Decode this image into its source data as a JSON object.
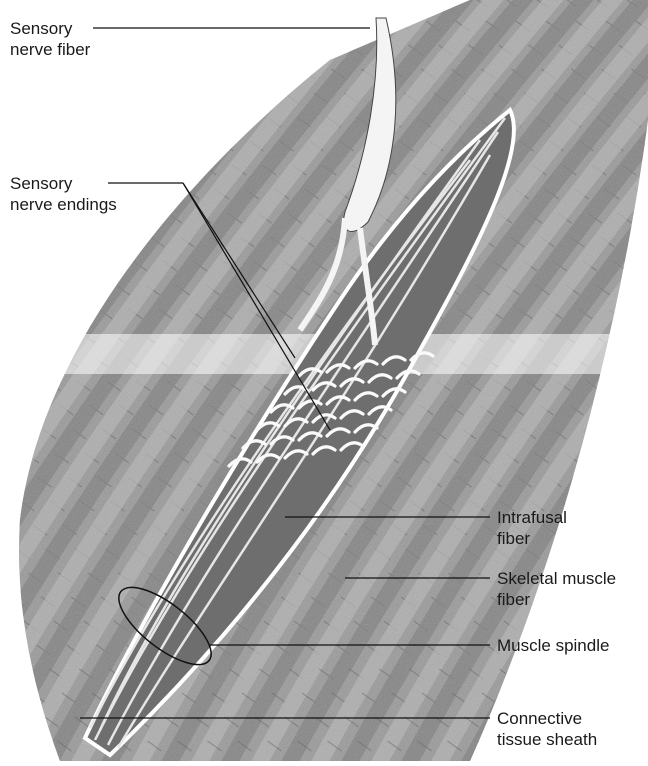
{
  "diagram": {
    "labels": {
      "sensory_nerve_fiber": [
        "Sensory",
        "nerve fiber"
      ],
      "sensory_nerve_endings": [
        "Sensory",
        "nerve endings"
      ],
      "intrafusal_fiber": [
        "Intrafusal",
        "fiber"
      ],
      "skeletal_muscle_fiber": [
        "Skeletal muscle",
        "fiber"
      ],
      "muscle_spindle": [
        "Muscle spindle"
      ],
      "connective_tissue_sheath": [
        "Connective",
        "tissue sheath"
      ]
    }
  }
}
